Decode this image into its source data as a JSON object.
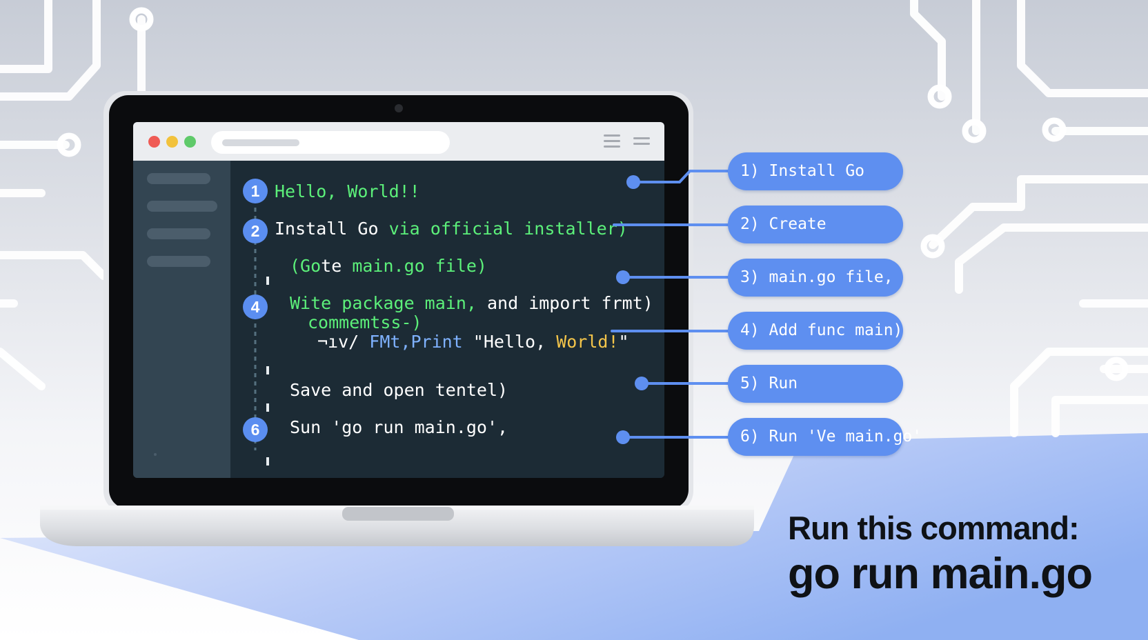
{
  "colors": {
    "accent": "#5e8ff0",
    "code_green": "#5cf07a",
    "code_white": "#ffffff",
    "code_yellow": "#f4c54a",
    "code_blue": "#7fb2ff",
    "dot_red": "#ef5b55",
    "dot_yellow": "#f2c23c",
    "dot_green": "#5fca6a"
  },
  "icons": [
    "close-dot",
    "minimize-dot",
    "maximize-dot",
    "menu-icon",
    "camera-dot"
  ],
  "code_lines": [
    {
      "badge": "1",
      "segments": [
        {
          "text": "Hello, World!!",
          "color": "green"
        }
      ]
    },
    {
      "badge": "2",
      "segments": [
        {
          "text": "Install Go ",
          "color": "white"
        },
        {
          "text": "via official installer)",
          "color": "green"
        }
      ]
    },
    {
      "badge": "",
      "segments": [
        {
          "text": "(Go",
          "color": "green"
        },
        {
          "text": "te",
          "color": "white"
        },
        {
          "text": " main.go file)",
          "color": "green"
        }
      ]
    },
    {
      "badge": "4",
      "segments": [
        {
          "text": "Wite p",
          "color": "green"
        },
        {
          "text": "ackage main,",
          "color": "green"
        },
        {
          "text": " and import frmt)",
          "color": "white"
        }
      ]
    },
    {
      "badge": "",
      "segments": [
        {
          "text": "commemtss-)",
          "color": "green"
        }
      ]
    },
    {
      "badge": "",
      "segments": [
        {
          "text": "¬ıv/ ",
          "color": "white"
        },
        {
          "text": "FMt,Print ",
          "color": "blue"
        },
        {
          "text": "\"Hello, ",
          "color": "white"
        },
        {
          "text": "World!",
          "color": "yellow"
        },
        {
          "text": "\"",
          "color": "white"
        }
      ]
    },
    {
      "badge": "",
      "segments": [
        {
          "text": "Save and open tentel)",
          "color": "white"
        }
      ]
    },
    {
      "badge": "6",
      "segments": [
        {
          "text": "Sun 'go run main.go',",
          "color": "white"
        }
      ]
    }
  ],
  "callouts": [
    {
      "label": "1) Install Go"
    },
    {
      "label": "2) Create"
    },
    {
      "label": "3) main.go file,"
    },
    {
      "label": "4) Add func main)"
    },
    {
      "label": "5) Run"
    },
    {
      "label": "6) Run 'Ve main.go'"
    }
  ],
  "headline": {
    "line1": "Run this command:",
    "line2": "go run main.go"
  }
}
